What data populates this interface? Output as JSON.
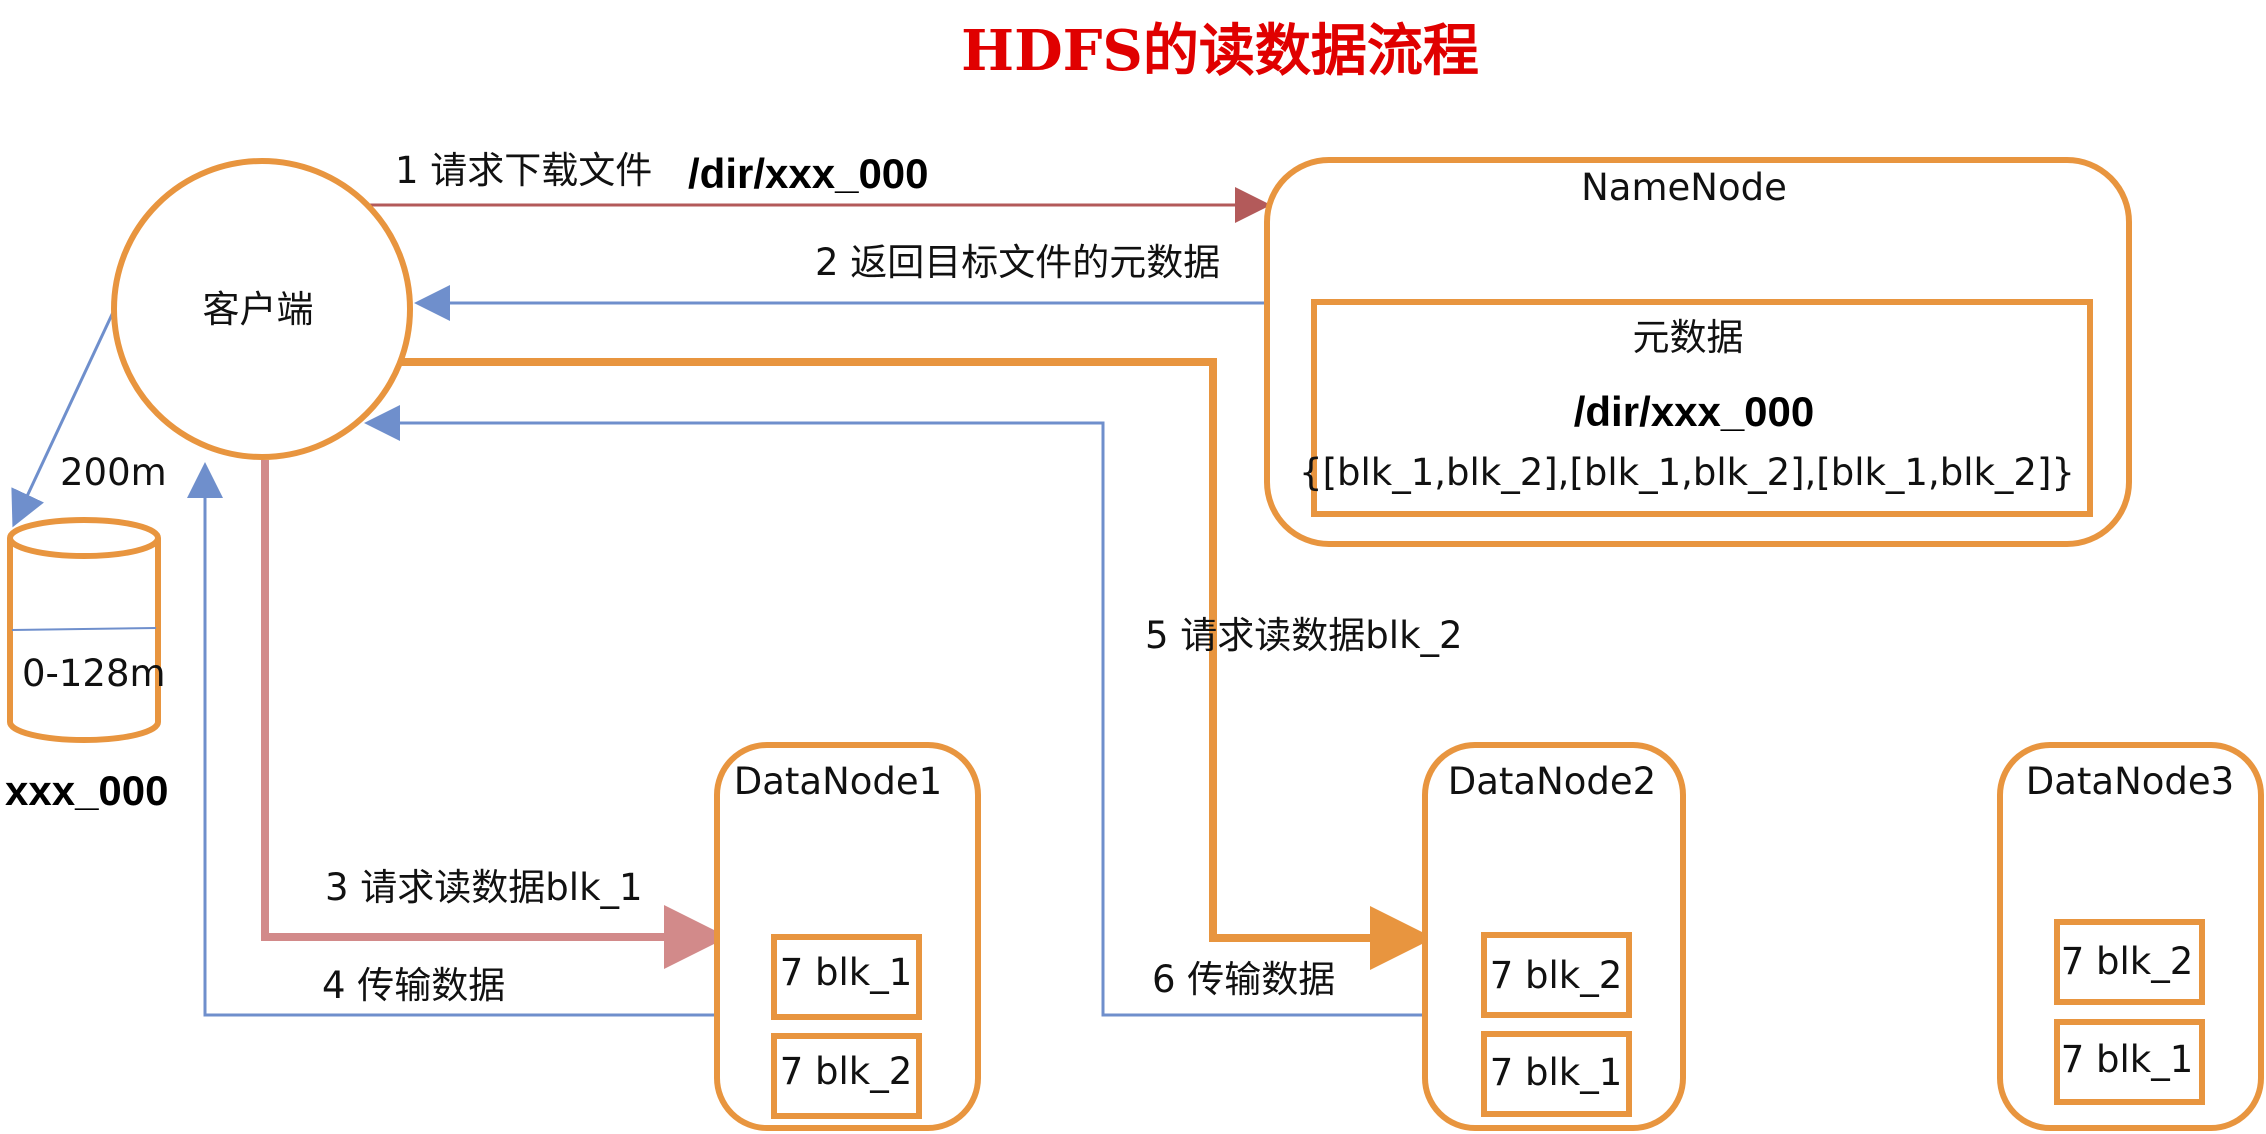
{
  "title": "HDFS的读数据流程",
  "client": {
    "label": "客户端"
  },
  "namenode": {
    "label": "NameNode",
    "meta_title": "元数据",
    "meta_path": "/dir/xxx_000",
    "meta_blocks": "{[blk_1,blk_2],[blk_1,blk_2],[blk_1,blk_2]}"
  },
  "disk": {
    "size_top": "200m",
    "range": "0-128m",
    "file": "xxx_000"
  },
  "steps": {
    "s1": "1 请求下载文件",
    "s1_path": "/dir/xxx_000",
    "s2": "2 返回目标文件的元数据",
    "s3": "3 请求读数据blk_1",
    "s4": "4 传输数据",
    "s5": "5 请求读数据blk_2",
    "s6": "6 传输数据"
  },
  "datanodes": [
    {
      "name": "DataNode1",
      "blocks": [
        "7 blk_1",
        "7 blk_2"
      ]
    },
    {
      "name": "DataNode2",
      "blocks": [
        "7 blk_2",
        "7 blk_1"
      ]
    },
    {
      "name": "DataNode3",
      "blocks": [
        "7 blk_2",
        "7 blk_1"
      ]
    }
  ],
  "colors": {
    "title": "#e00000",
    "node_border": "#e8953f",
    "arrow_blue": "#6f8fcc",
    "arrow_red": "#b35a5a"
  }
}
